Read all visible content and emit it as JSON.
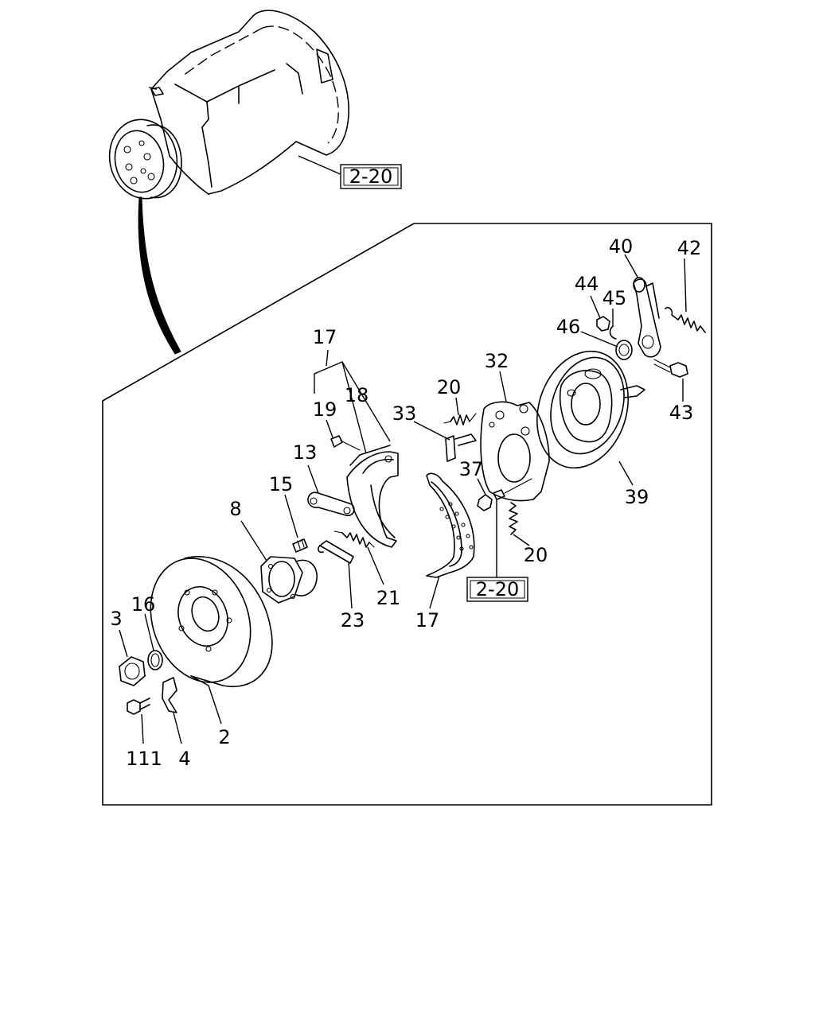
{
  "figure": {
    "reference_tags": [
      "2-20",
      "2-20"
    ],
    "callouts": [
      {
        "id": "c17a",
        "label": "17"
      },
      {
        "id": "c18",
        "label": "18"
      },
      {
        "id": "c19",
        "label": "19"
      },
      {
        "id": "c13",
        "label": "13"
      },
      {
        "id": "c15",
        "label": "15"
      },
      {
        "id": "c8",
        "label": "8"
      },
      {
        "id": "c3",
        "label": "3"
      },
      {
        "id": "c16",
        "label": "16"
      },
      {
        "id": "c2",
        "label": "2"
      },
      {
        "id": "c111",
        "label": "111"
      },
      {
        "id": "c4",
        "label": "4"
      },
      {
        "id": "c23",
        "label": "23"
      },
      {
        "id": "c21",
        "label": "21"
      },
      {
        "id": "c17b",
        "label": "17"
      },
      {
        "id": "c33",
        "label": "33"
      },
      {
        "id": "c20a",
        "label": "20"
      },
      {
        "id": "c32",
        "label": "32"
      },
      {
        "id": "c37",
        "label": "37"
      },
      {
        "id": "c20b",
        "label": "20"
      },
      {
        "id": "c39",
        "label": "39"
      },
      {
        "id": "c40",
        "label": "40"
      },
      {
        "id": "c42",
        "label": "42"
      },
      {
        "id": "c44",
        "label": "44"
      },
      {
        "id": "c45",
        "label": "45"
      },
      {
        "id": "c46",
        "label": "46"
      },
      {
        "id": "c43",
        "label": "43"
      }
    ]
  }
}
